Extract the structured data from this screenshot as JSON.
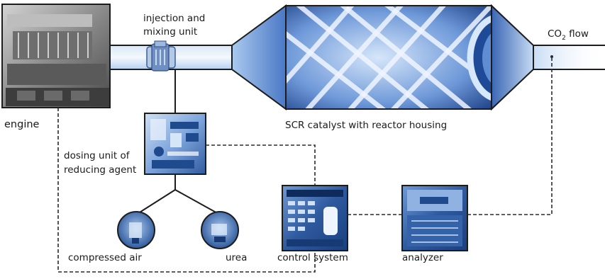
{
  "labels": {
    "injection_line1": "injection and",
    "injection_line2": "mixing unit",
    "co2_prefix": "CO",
    "co2_sub": "2",
    "co2_suffix": " flow",
    "engine": "engine",
    "scr": "SCR catalyst with reactor housing",
    "dosing_line1": "dosing unit of",
    "dosing_line2": "reducing agent",
    "compressed_air": "compressed air",
    "urea": "urea",
    "control_system": "control system",
    "analyzer": "analyzer"
  },
  "colors": {
    "pipe_light": "#e3eefb",
    "pipe_mid": "#9fc4ee",
    "catalyst_dark": "#1d3f86",
    "catalyst_light": "#b9d3f4",
    "panel_dark": "#214a8c",
    "engine_grey": "#8d8d8d",
    "line": "#333333"
  },
  "icons": [
    "engine-photo",
    "injection-mixer-icon",
    "catalyst-honeycomb",
    "dosing-unit-photo",
    "compressed-air-tank-icon",
    "urea-tank-icon",
    "control-panel-photo",
    "analyzer-cabinet-photo"
  ]
}
